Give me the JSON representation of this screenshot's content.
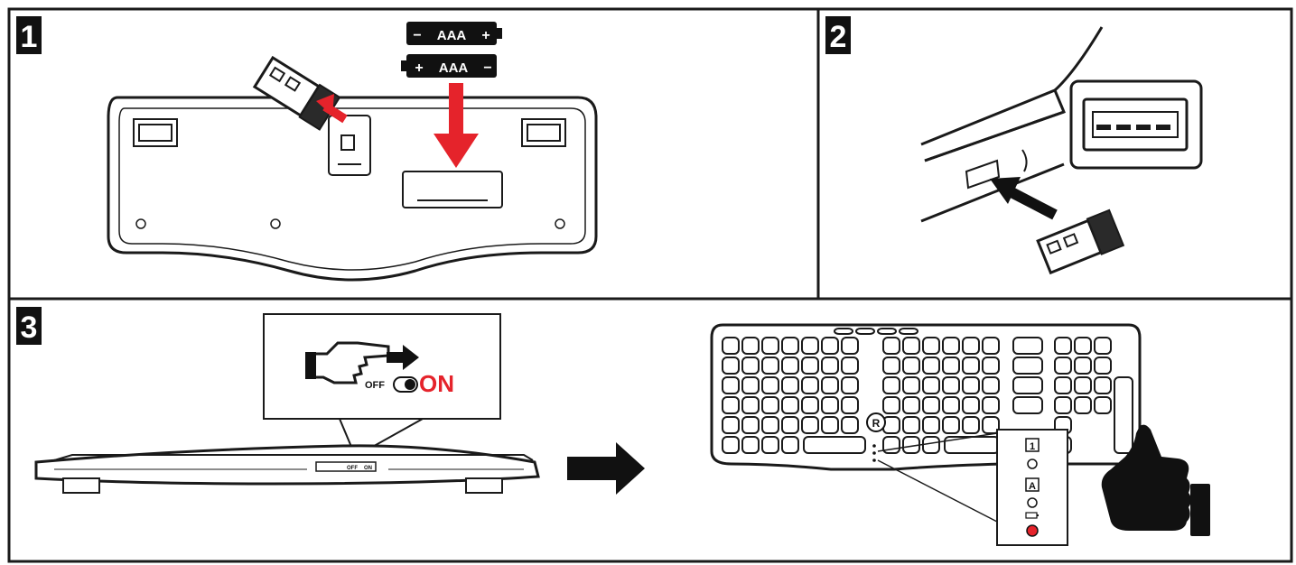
{
  "steps": [
    {
      "number": "1"
    },
    {
      "number": "2"
    },
    {
      "number": "3"
    }
  ],
  "battery": {
    "top": {
      "left_sign": "−",
      "label": "AAA",
      "right_sign": "+"
    },
    "bottom": {
      "left_sign": "+",
      "label": "AAA",
      "right_sign": "−"
    }
  },
  "switch": {
    "off_label": "OFF",
    "on_label": "ON",
    "mini_off_label": "OFF",
    "mini_on_label": "ON"
  },
  "brand_logo_letter": "R",
  "indicators": {
    "num_lock_glyph": "1",
    "caps_lock_glyph": "A"
  },
  "colors": {
    "accent_red": "#e5232b",
    "line": "#1a1a1a",
    "panel_bg": "#ffffff"
  }
}
